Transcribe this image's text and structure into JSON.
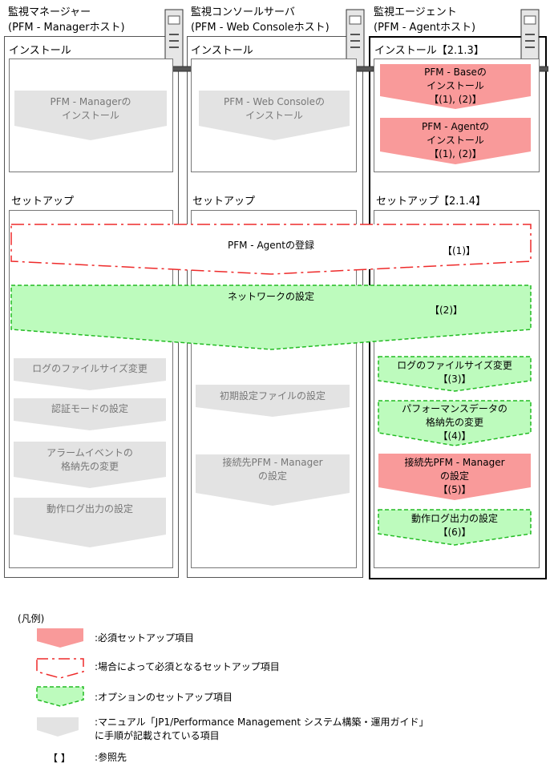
{
  "columns": {
    "manager": {
      "title": "監視マネージャー",
      "subtitle": "(PFM - Managerホスト)"
    },
    "console": {
      "title": "監視コンソールサーバ",
      "subtitle": "(PFM - Web Consoleホスト)"
    },
    "agent": {
      "title": "監視エージェント",
      "subtitle": "(PFM - Agentホスト)"
    }
  },
  "sections": {
    "manager_install": "インストール",
    "console_install": "インストール",
    "agent_install": "インストール【2.1.3】",
    "manager_setup": "セットアップ",
    "console_setup": "セットアップ",
    "agent_setup": "セットアップ【2.1.4】"
  },
  "steps": {
    "manager_install": "PFM - Managerの\nインストール",
    "console_install": "PFM - Web Consoleの\nインストール",
    "agent_base": "PFM - Baseの\nインストール\n【(1), (2)】",
    "agent_agent": "PFM - Agentの\nインストール\n【(1), (2)】",
    "register": "PFM - Agentの登録",
    "register_ref": "【(1)】",
    "network": "ネットワークの設定",
    "network_ref": "【(2)】",
    "mgr_log": "ログのファイルサイズ変更",
    "mgr_auth": "認証モードの設定",
    "mgr_alarm": "アラームイベントの\n格納先の変更",
    "mgr_oplog": "動作ログ出力の設定",
    "con_init": "初期設定ファイルの設定",
    "con_conn": "接続先PFM - Manager\nの設定",
    "agt_log": "ログのファイルサイズ変更\n【(3)】",
    "agt_perf": "パフォーマンスデータの\n格納先の変更\n【(4)】",
    "agt_conn": "接続先PFM - Manager\nの設定\n【(5)】",
    "agt_oplog": "動作ログ出力の設定\n【(6)】"
  },
  "legend": {
    "title": "(凡例)",
    "required": ":必須セットアップ項目",
    "conditional": ":場合によって必須となるセットアップ項目",
    "optional": ":オプションのセットアップ項目",
    "manual": ":マニュアル「JP1/Performance Management システム構築・運用ガイド」\nに手順が記載されている項目",
    "reference_symbol": "【 】",
    "reference": ":参照先"
  },
  "colors": {
    "required_fill": "#f99a9a",
    "optional_fill": "#bdfbbd",
    "optional_stroke": "#22bb22",
    "conditional_stroke": "#ee2a2a",
    "manual_fill": "#e3e3e3"
  }
}
